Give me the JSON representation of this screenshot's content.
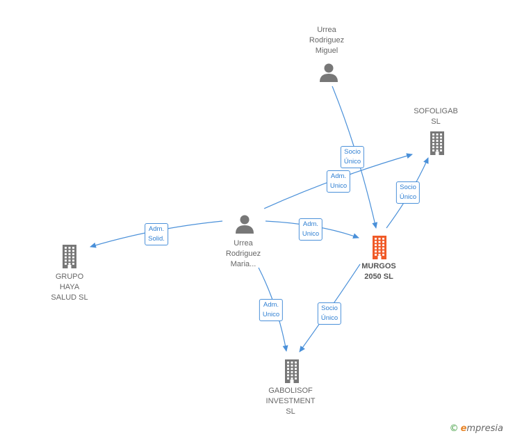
{
  "colors": {
    "edge": "#4a90d9",
    "person": "#777777",
    "company": "#777777",
    "focus_company": "#f05a28"
  },
  "nodes": [
    {
      "id": "urrea-miguel",
      "type": "person",
      "lines": [
        "Urrea",
        "Rodriguez",
        "Miguel"
      ]
    },
    {
      "id": "sofoligab",
      "type": "company",
      "lines": [
        "SOFOLIGAB",
        "SL"
      ]
    },
    {
      "id": "urrea-maria",
      "type": "person",
      "lines": [
        "Urrea",
        "Rodriguez",
        "Maria..."
      ]
    },
    {
      "id": "grupo-haya",
      "type": "company",
      "lines": [
        "GRUPO",
        "HAYA",
        "SALUD  SL"
      ]
    },
    {
      "id": "murgos",
      "type": "company-focus",
      "lines": [
        "MURGOS",
        "2050  SL"
      ]
    },
    {
      "id": "gabolisof",
      "type": "company",
      "lines": [
        "GABOLISOF",
        "INVESTMENT",
        "SL"
      ]
    }
  ],
  "edges": [
    {
      "from": "urrea-miguel",
      "to": "murgos",
      "lines": [
        "Socio",
        "Único"
      ]
    },
    {
      "from": "urrea-maria",
      "to": "sofoligab",
      "lines": [
        "Adm.",
        "Unico"
      ]
    },
    {
      "from": "urrea-maria",
      "to": "grupo-haya",
      "lines": [
        "Adm.",
        "Solid."
      ]
    },
    {
      "from": "urrea-maria",
      "to": "murgos",
      "lines": [
        "Adm.",
        "Unico"
      ]
    },
    {
      "from": "murgos",
      "to": "sofoligab",
      "lines": [
        "Socio",
        "Único"
      ]
    },
    {
      "from": "urrea-maria",
      "to": "gabolisof",
      "lines": [
        "Adm.",
        "Unico"
      ]
    },
    {
      "from": "murgos",
      "to": "gabolisof",
      "lines": [
        "Socio",
        "Único"
      ]
    }
  ],
  "footer": {
    "copyright": "©",
    "brand_initial": "e",
    "brand_rest": "mpresia"
  }
}
